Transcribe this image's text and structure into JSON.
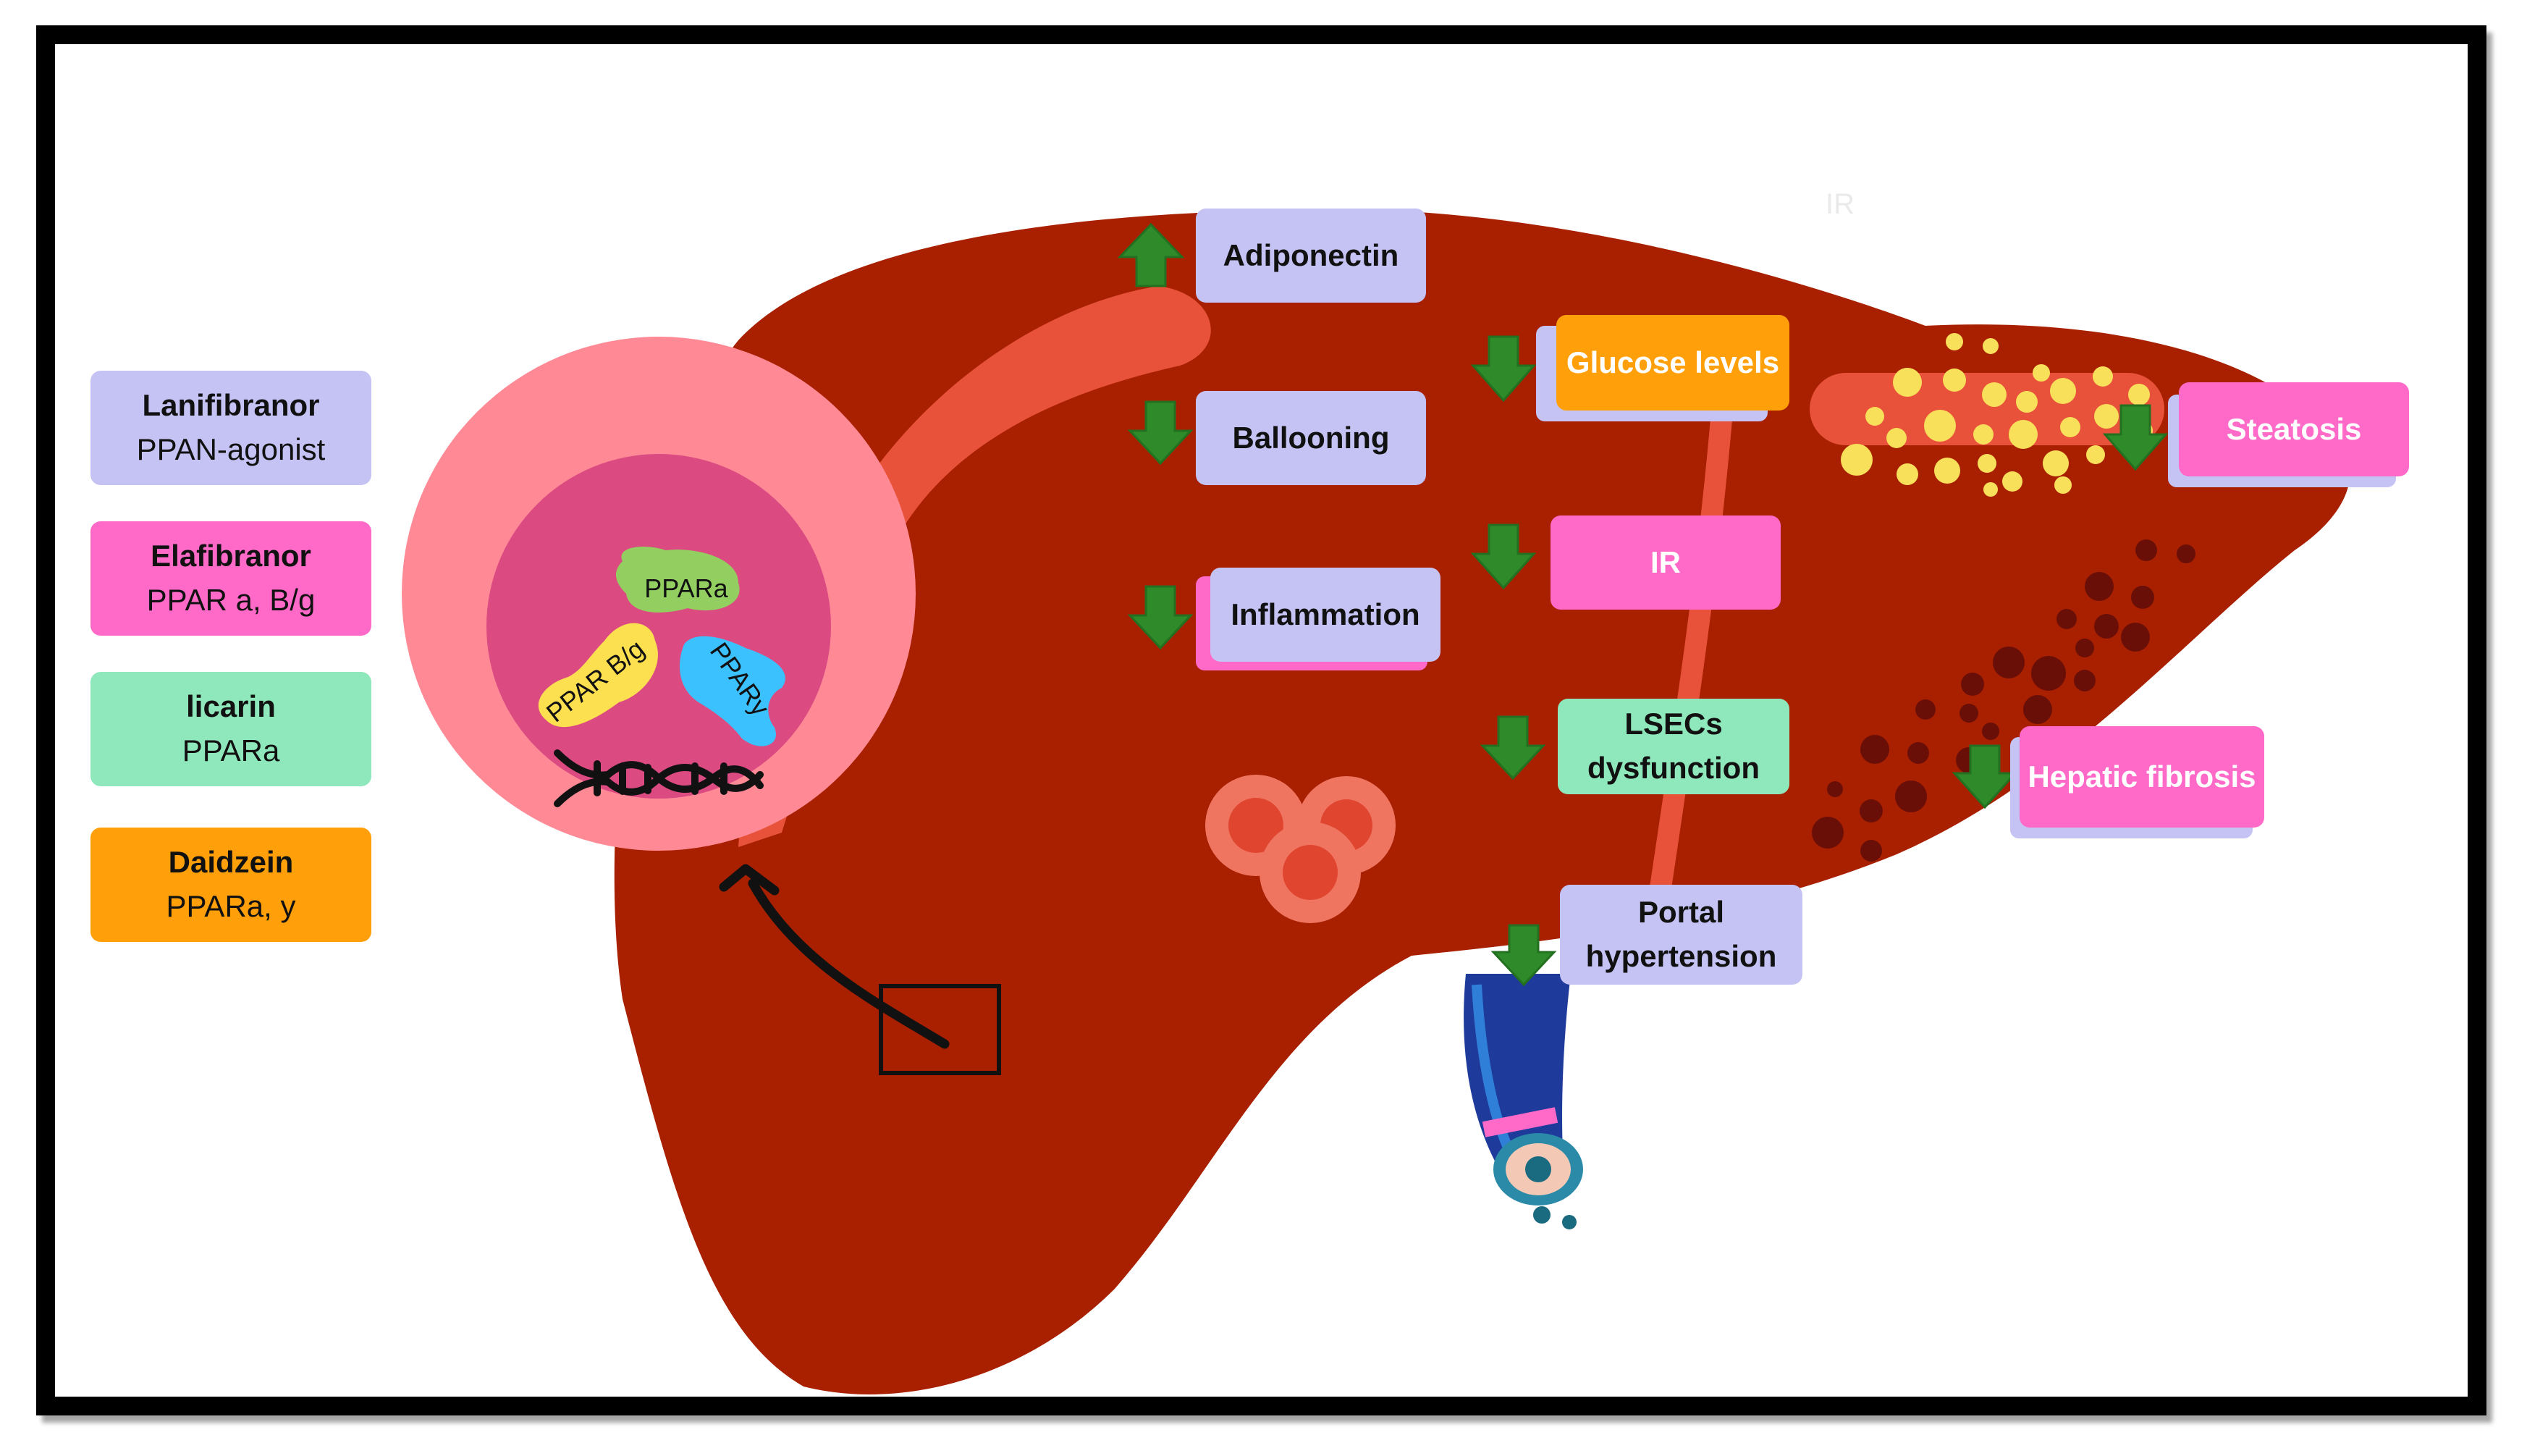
{
  "legend": [
    {
      "name": "Lanifibranor",
      "sub": "PPAN-agonist",
      "color": "#c5c3f4"
    },
    {
      "name": "Elafibranor",
      "sub": "PPAR a, B/g",
      "color": "#ff69c8"
    },
    {
      "name": "licarin",
      "sub": "PPARa",
      "color": "#8fe8bc"
    },
    {
      "name": "Daidzein",
      "sub": "PPARa, y",
      "color": "#ffa00a"
    }
  ],
  "receptors": {
    "ppar_a": "PPARa",
    "ppar_bg": "PPAR B/g",
    "ppar_y": "PPARy"
  },
  "effects": {
    "adiponectin": {
      "label": "Adiponectin",
      "direction": "up"
    },
    "ballooning": {
      "label": "Ballooning",
      "direction": "down"
    },
    "inflammation": {
      "label": "Inflammation",
      "direction": "down"
    },
    "glucose": {
      "label": "Glucose levels",
      "direction": "down"
    },
    "ir": {
      "label": "IR",
      "direction": "down"
    },
    "lsecs_line1": "LSECs",
    "lsecs_line2": "dysfunction",
    "portal_line1": "Portal",
    "portal_line2": "hypertension",
    "steatosis": {
      "label": "Steatosis",
      "direction": "down"
    },
    "fibrosis": {
      "label": "Hepatic fibrosis",
      "direction": "down"
    }
  },
  "ghost_text": "IR",
  "colors": {
    "liver": "#a82000",
    "liver_highlight": "#e8523a",
    "cell_outer": "#ff8a96",
    "cell_nucleus": "#dc4a82",
    "arrow_green": "#2f8a2a",
    "fat_droplet": "#f8e05a",
    "fibrosis_spot": "#6a0f08"
  }
}
